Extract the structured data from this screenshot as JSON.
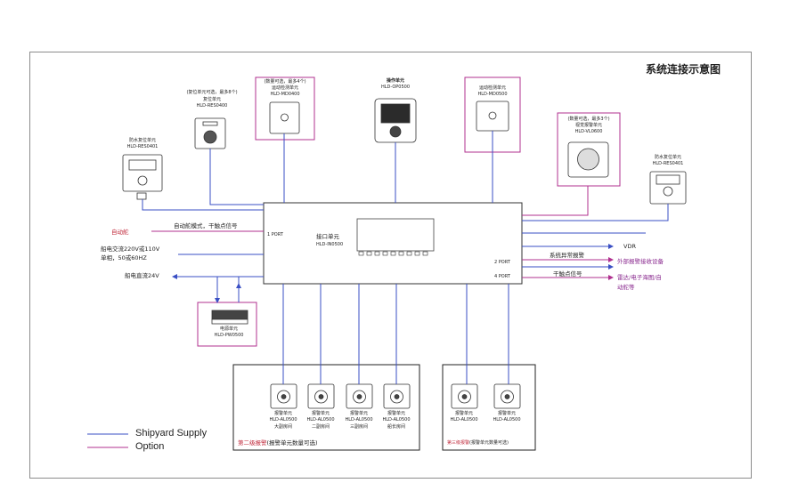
{
  "title": "系统连接示意图",
  "colors": {
    "supply": "#3a4fc4",
    "option": "#b0308f",
    "frame": "#8c8c8c",
    "red_text": "#c0283a"
  },
  "units": {
    "reset_optional": {
      "note": "(复位单元可选，最多8个)",
      "name": "复位单元",
      "model": "HLD-RES0400"
    },
    "motion_left": {
      "note": "(数量可选，最多4个)",
      "name": "运动检测单元",
      "model": "HLD-MD0400"
    },
    "operator": {
      "name": "操作单元",
      "model": "HLD-OP0500"
    },
    "motion_right": {
      "name": "运动检测单元",
      "model": "HLD-MD0500"
    },
    "visual_alarm": {
      "note": "(数量可选，最多3个)",
      "name": "视觉报警单元",
      "model": "HLD-VL0600"
    },
    "waterproof_left": {
      "name": "防水复位单元",
      "model": "HLD-RES0401"
    },
    "waterproof_right": {
      "name": "防水复位单元",
      "model": "HLD-RES0401"
    },
    "interface": {
      "name": "接口单元",
      "model": "HLD-IN0500"
    },
    "power": {
      "name": "电源单元",
      "model": "HLD-PW0500"
    }
  },
  "ports": {
    "p1": "1 PORT",
    "p2": "2 PORT",
    "p4": "4 PORT"
  },
  "signals": {
    "autopilot": "自动舵",
    "autopilot_mode": "自动舵模式，干触点信号",
    "ac_power": "船电交流220V或110V",
    "ac_power2": "单相，50或60HZ",
    "dc_power": "船电直流24V",
    "vdr": "VDR",
    "sys_fault": "系统异常报警",
    "ext_alarm": "外部报警接收设备",
    "dry_contact": "干触点信号",
    "radar": "雷达/电子海图/自",
    "radar2": "动舵等"
  },
  "alarm_group_2": {
    "label": "第二级报警",
    "note": "(报警单元数量可选)",
    "units": [
      {
        "name": "报警单元",
        "model": "HLD-AL0500",
        "room": "大副房间"
      },
      {
        "name": "报警单元",
        "model": "HLD-AL0500",
        "room": "二副房间"
      },
      {
        "name": "报警单元",
        "model": "HLD-AL0500",
        "room": "三副房间"
      },
      {
        "name": "报警单元",
        "model": "HLD-AL0500",
        "room": "船长房间"
      }
    ]
  },
  "alarm_group_3": {
    "label": "第三级报警",
    "note": "(报警单元数量可选)",
    "units": [
      {
        "name": "报警单元",
        "model": "HLD-AL0500"
      },
      {
        "name": "报警单元",
        "model": "HLD-AL0500"
      }
    ]
  },
  "legend": {
    "supply": "Shipyard Supply",
    "option": "Option"
  }
}
